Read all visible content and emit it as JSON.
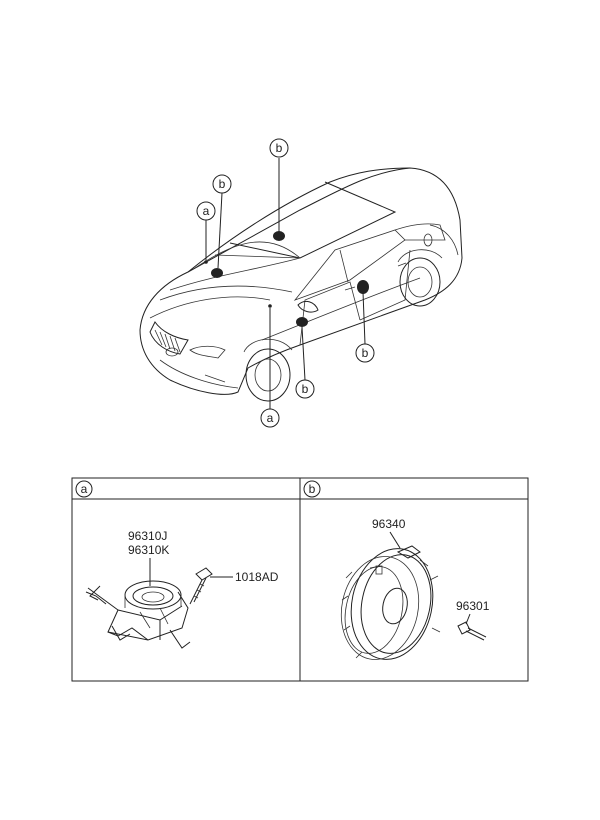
{
  "car_callouts": {
    "b_roof": "b",
    "b_windshield": "b",
    "a_dash": "a",
    "b_rear_door": "b",
    "b_front_door": "b",
    "a_cowl": "a"
  },
  "panels": {
    "left": {
      "header_letter": "a",
      "part_line1": "96310J",
      "part_line2": "96310K",
      "bolt_part": "1018AD"
    },
    "right": {
      "header_letter": "b",
      "speaker_part": "96340",
      "connector_part": "96301"
    }
  }
}
